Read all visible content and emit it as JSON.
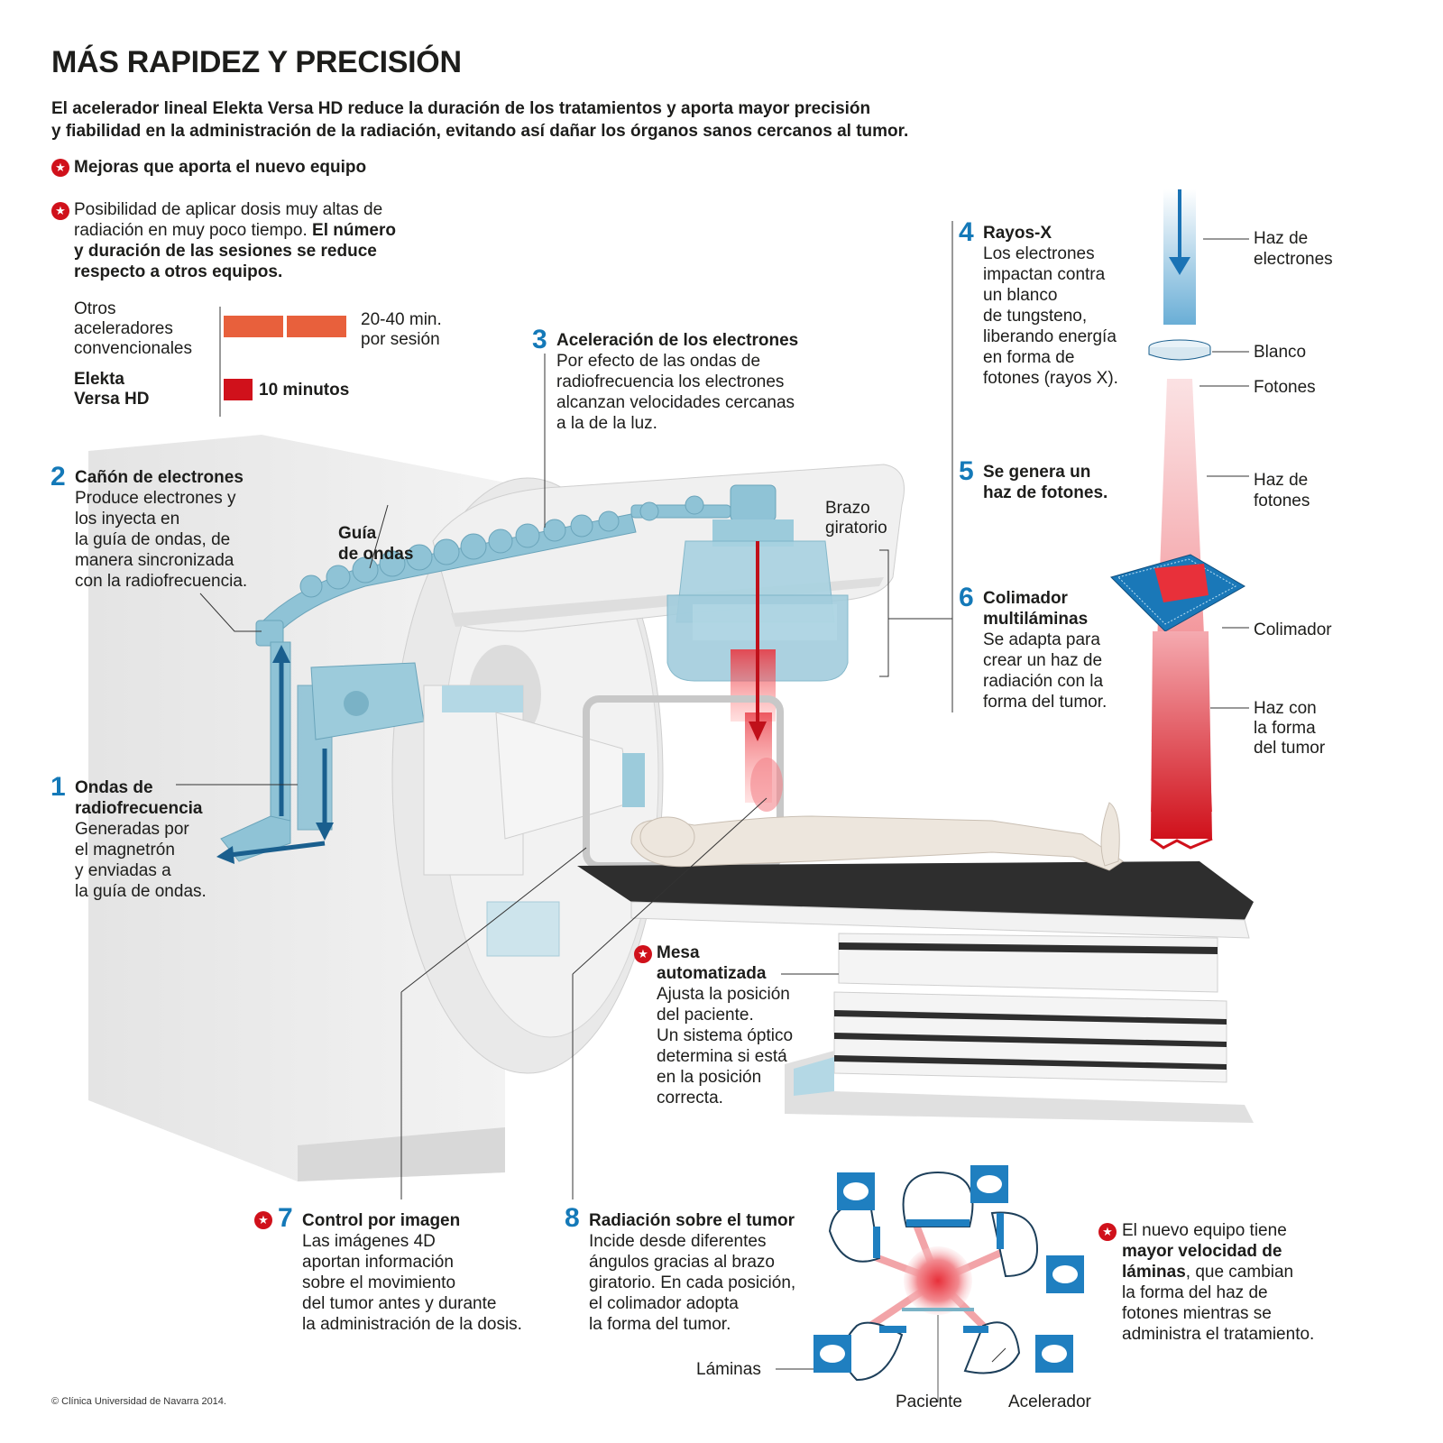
{
  "title": "MÁS RAPIDEZ Y PRECISIÓN",
  "intro": {
    "line1": "El acelerador lineal Elekta Versa HD reduce la duración de los tratamientos y aporta mayor precisión",
    "line2": "y fiabilidad en la administración de la radiación, evitando así dañar los órganos sanos cercanos al tumor."
  },
  "legend": {
    "text": "Mejoras que aporta el nuevo equipo",
    "color": "#d0111b"
  },
  "improvement": {
    "line1": "Posibilidad de aplicar dosis muy altas de",
    "line2_normal": "radiación en muy poco tiempo. ",
    "line2_bold": "El número",
    "line3": "y duración de las sesiones se reduce",
    "line4": "respecto a otros equipos."
  },
  "comparison": {
    "others_label": [
      "Otros",
      "aceleradores",
      "convencionales"
    ],
    "others_value": [
      "20-40 min.",
      "por sesión"
    ],
    "elekta_label": [
      "Elekta",
      "Versa HD"
    ],
    "elekta_value": "10 minutos",
    "others_color": "#e8603c",
    "elekta_color": "#d0111b"
  },
  "steps": {
    "s1": {
      "num": "1",
      "title": [
        "Ondas de",
        "radiofrecuencia"
      ],
      "body": [
        "Generadas por",
        "el magnetrón",
        "y enviadas a",
        "la guía de ondas."
      ]
    },
    "s2": {
      "num": "2",
      "title": "Cañón de electrones",
      "body": [
        "Produce electrones y",
        "los inyecta en",
        "la guía de ondas, de",
        "manera sincronizada",
        "con la radiofrecuencia."
      ]
    },
    "s3": {
      "num": "3",
      "title": "Aceleración de los electrones",
      "body": [
        "Por efecto de las ondas de",
        "radiofrecuencia los electrones",
        "alcanzan velocidades cercanas",
        "a la de la luz."
      ]
    },
    "s4": {
      "num": "4",
      "title": "Rayos-X",
      "body": [
        "Los electrones",
        "impactan contra",
        "un blanco",
        "de tungsteno,",
        "liberando energía",
        "en forma de",
        "fotones (rayos X)."
      ]
    },
    "s5": {
      "num": "5",
      "title": [
        "Se genera un",
        "haz de fotones."
      ]
    },
    "s6": {
      "num": "6",
      "title": [
        "Colimador",
        "multiláminas"
      ],
      "body": [
        "Se adapta para",
        "crear un haz de",
        "radiación con la",
        "forma del tumor."
      ]
    },
    "s7": {
      "num": "7",
      "title": "Control por imagen",
      "body": [
        "Las imágenes 4D",
        "aportan información",
        "sobre el movimiento",
        "del tumor antes y durante",
        "la administración de la dosis."
      ]
    },
    "s8": {
      "num": "8",
      "title": "Radiación sobre el tumor",
      "body": [
        "Incide desde diferentes",
        "ángulos gracias al brazo",
        "giratorio. En cada posición,",
        "el colimador adopta",
        "la forma del tumor."
      ]
    }
  },
  "mesa": {
    "title": [
      "Mesa",
      "automatizada"
    ],
    "body": [
      "Ajusta la posición",
      "del paciente.",
      "Un sistema óptico",
      "determina si está",
      "en la posición",
      "correcta."
    ]
  },
  "labels": {
    "guia": [
      "Guía",
      "de ondas"
    ],
    "brazo": [
      "Brazo",
      "giratorio"
    ]
  },
  "beam_labels": {
    "electrones": [
      "Haz de",
      "electrones"
    ],
    "blanco": "Blanco",
    "fotones": "Fotones",
    "haz_fotones": [
      "Haz de",
      "fotones"
    ],
    "colimador": "Colimador",
    "haz_tumor": [
      "Haz con",
      "la forma",
      "del tumor"
    ]
  },
  "rotation": {
    "laminas": "Láminas",
    "paciente": "Paciente",
    "acelerador": "Acelerador"
  },
  "laminas_note": {
    "line1": "El nuevo equipo tiene",
    "line2": "mayor velocidad de",
    "line3_bold": "láminas",
    "line3_rest": ", que cambian",
    "line4": "la forma del haz de",
    "line5": "fotones mientras se",
    "line6": "administra el tratamiento."
  },
  "credit": "© Clínica Universidad de Navarra 2014.",
  "colors": {
    "accent_blue": "#1479b8",
    "accent_red": "#d0111b",
    "machine_blue": "#8fc3d6"
  }
}
